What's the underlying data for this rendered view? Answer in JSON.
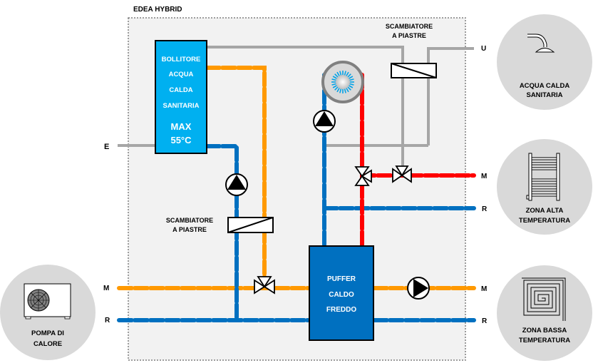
{
  "diagram": {
    "system_title": "EDEA HYBRID",
    "colors": {
      "hot_water_orange": "#FF9900",
      "cold_blue": "#0070C0",
      "hot_red": "#FF0000",
      "domestic_grey": "#A6A6A6",
      "boiler_tank": "#00B0F0",
      "puffer_tank": "#0070C0",
      "system_box_bg": "#F2F2F2",
      "circle_bg": "#D9D9D9"
    },
    "boiler": {
      "lines": [
        "BOLLITORE",
        "ACQUA",
        "CALDA",
        "SANITARIA"
      ],
      "max_label": "MAX",
      "max_temp": "55°C"
    },
    "puffer": {
      "lines": [
        "PUFFER",
        "CALDO",
        "FREDDO"
      ]
    },
    "heat_exchangers": [
      {
        "lines": [
          "SCAMBIATORE",
          "A PIASTRE"
        ]
      },
      {
        "lines": [
          "SCAMBIATORE",
          "A PIASTRE"
        ]
      }
    ],
    "port_labels": {
      "inlet": "E",
      "outlet": "U",
      "high_temp_supply": "M",
      "high_temp_return": "R",
      "low_temp_supply": "M",
      "low_temp_return": "R",
      "heat_pump_supply": "M",
      "heat_pump_return": "R"
    },
    "external_units": {
      "dhw": {
        "icon": "shower-head-icon",
        "lines": [
          "ACQUA CALDA",
          "SANITARIA"
        ]
      },
      "high_temp_zone": {
        "icon": "towel-radiator-icon",
        "lines": [
          "ZONA ALTA",
          "TEMPERATURA"
        ]
      },
      "low_temp_zone": {
        "icon": "underfloor-coil-icon",
        "lines": [
          "ZONA BASSA",
          "TEMPERATURA"
        ]
      },
      "heat_pump": {
        "icon": "heat-pump-fan-icon",
        "lines": [
          "POMPA DI",
          "CALORE"
        ]
      }
    },
    "components": {
      "pumps": [
        "circulation-pump-boiler",
        "circulation-pump-burner",
        "circulation-pump-low-temp"
      ],
      "valves": [
        "three-way-valve-heatpump",
        "three-way-valve-red-vertical",
        "three-way-valve-red-horizontal"
      ],
      "burner": "gas-burner-icon"
    }
  }
}
